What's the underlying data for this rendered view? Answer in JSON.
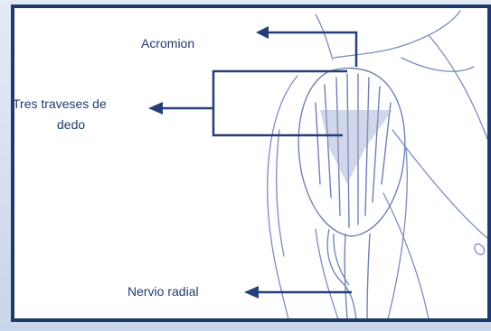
{
  "labels": {
    "acromion": "Acromion",
    "tres_line1": "Tres traveses  de",
    "tres_line2": "dedo",
    "nervio": "Nervio radial"
  },
  "colors": {
    "frame": "#1f3a6e",
    "line": "#6f82b4",
    "label": "#1f3a6e",
    "arrow": "#243f78"
  },
  "icons": [
    "arrow-left-icon"
  ]
}
